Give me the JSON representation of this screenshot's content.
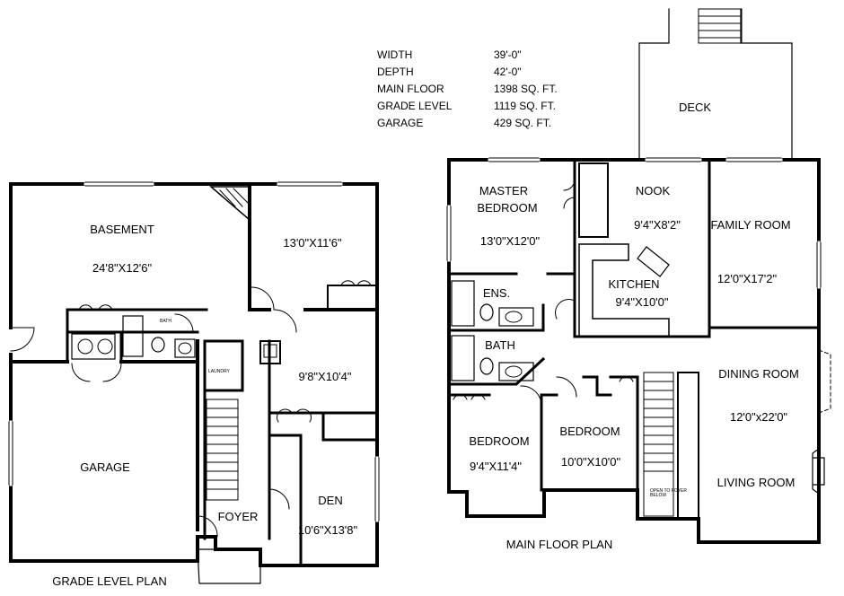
{
  "specs": [
    {
      "label": "WIDTH",
      "value": "39'-0\""
    },
    {
      "label": "DEPTH",
      "value": "42'-0\""
    },
    {
      "label": "MAIN FLOOR",
      "value": "1398  SQ. FT."
    },
    {
      "label": "GRADE LEVEL",
      "value": "1119 SQ. FT."
    },
    {
      "label": "GARAGE",
      "value": "429 SQ. FT."
    }
  ],
  "grade_level": {
    "plan_title": "GRADE LEVEL   PLAN",
    "basement": {
      "name": "BASEMENT",
      "size": "24'8\"X12'6\""
    },
    "room_ne": {
      "size": "13'0\"X11'6\""
    },
    "room_e": {
      "size": "9'8\"X10'4\""
    },
    "bath": "BATH",
    "laundry": "LAUNDRY",
    "garage": "GARAGE",
    "foyer": "FOYER",
    "den": {
      "name": "DEN",
      "size": "10'6\"X13'8\""
    }
  },
  "main_floor": {
    "plan_title": "MAIN FLOOR PLAN",
    "deck": "DECK",
    "master": {
      "name_line1": "MASTER",
      "name_line2": "BEDROOM",
      "size": "13'0\"X12'0\""
    },
    "nook": {
      "name": "NOOK",
      "size": "9'4\"X8'2\""
    },
    "family": {
      "name": "FAMILY ROOM",
      "size": "12'0\"X17'2\""
    },
    "kitchen": {
      "name": "KITCHEN",
      "size": "9'4\"X10'0\""
    },
    "ensuite": "ENS.",
    "bath": "BATH",
    "dining": {
      "name": "DINING ROOM",
      "size": "12'0\"x22'0\""
    },
    "bedroom_left": {
      "name": "BEDROOM",
      "size": "9'4\"X11'4\""
    },
    "bedroom_mid": {
      "name": "BEDROOM",
      "size": "10'0\"X10'0\""
    },
    "living": "LIVING ROOM",
    "stair_note": "OPEN TO FOYER BELOW"
  }
}
